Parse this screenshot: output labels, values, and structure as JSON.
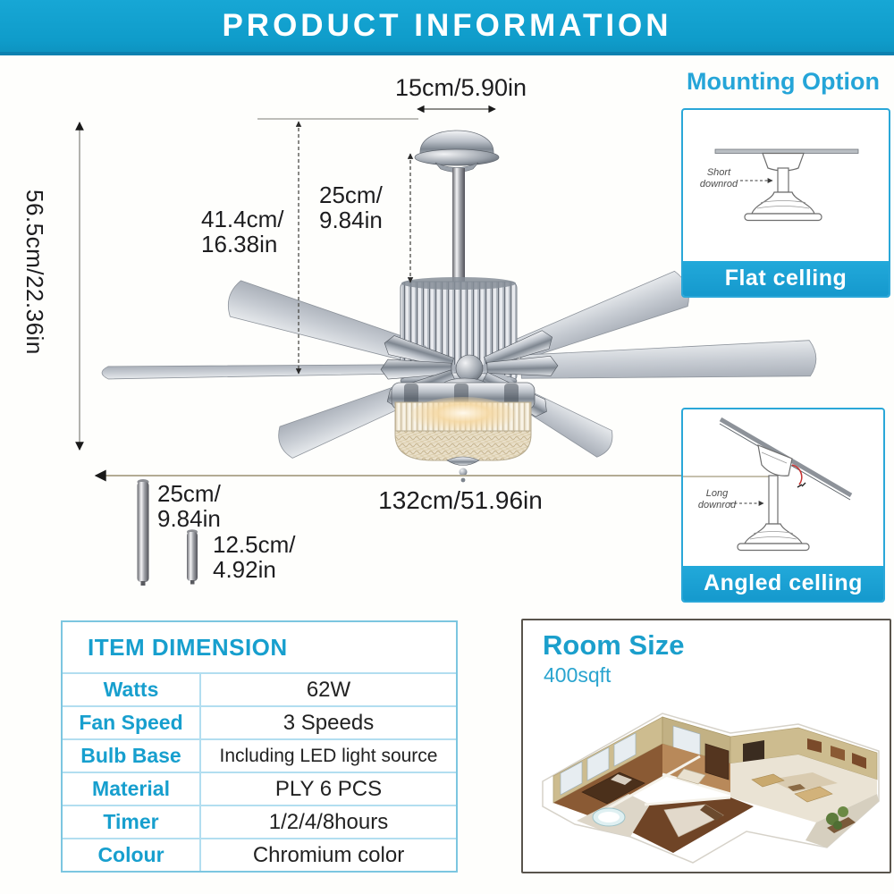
{
  "header": {
    "title": "PRODUCT INFORMATION"
  },
  "dims": {
    "canopy_width": "15cm/5.90in",
    "downrod": "25cm/\n9.84in",
    "housing_height": "41.4cm/\n16.38in",
    "total_height": "56.5cm/22.36in",
    "blade_span": "132cm/51.96in",
    "downrod_long": "25cm/\n9.84in",
    "downrod_short": "12.5cm/\n4.92in"
  },
  "mounting": {
    "title": "Mounting Option",
    "options": [
      {
        "label": "Flat celling",
        "annotation": "Short\ndownrod"
      },
      {
        "label": "Angled celling",
        "annotation": "Long\ndownrod"
      }
    ]
  },
  "spec_table": {
    "title": "ITEM DIMENSION",
    "rows": [
      {
        "label": "Watts",
        "value": "62W"
      },
      {
        "label": "Fan Speed",
        "value": "3 Speeds"
      },
      {
        "label": "Bulb Base",
        "value": "Including LED light source"
      },
      {
        "label": "Material",
        "value": "PLY 6 PCS"
      },
      {
        "label": "Timer",
        "value": "1/2/4/8hours"
      },
      {
        "label": "Colour",
        "value": "Chromium color"
      }
    ]
  },
  "room": {
    "title": "Room Size",
    "size": "400sqft"
  },
  "colors": {
    "accent": "#1b9fcc",
    "banner": "#0f9cca",
    "banner_edge": "#0d81b0",
    "table_border": "#7cc6e0"
  }
}
